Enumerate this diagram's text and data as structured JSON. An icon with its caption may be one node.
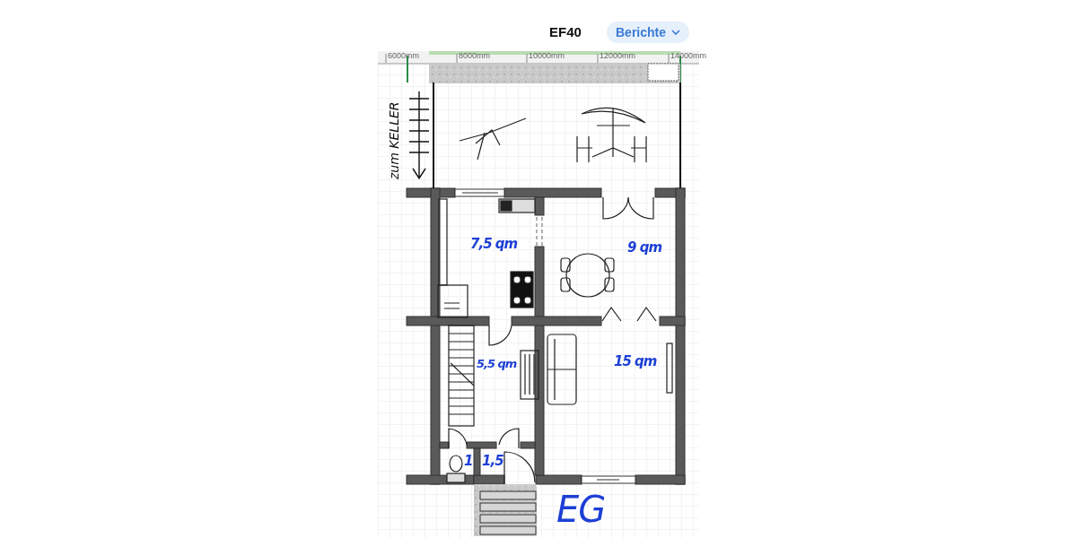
{
  "diagram": {
    "title": "EF40",
    "labels": [
      "Berichte",
      "6000mm",
      "8000mm",
      "10000mm",
      "12000mm",
      "14000mm",
      "zum KELLER",
      "7,5 qm",
      "9 qm",
      "5,5 qm",
      "15 qm",
      "1",
      "1,5",
      "EG"
    ]
  }
}
